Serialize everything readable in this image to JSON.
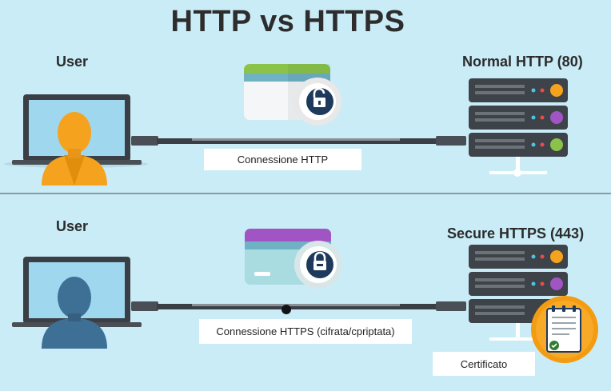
{
  "title": "HTTP vs HTTPS",
  "http_section": {
    "user_label": "User",
    "server_label": "Normal HTTP (80)",
    "connection_label": "Connessione HTTP"
  },
  "https_section": {
    "user_label": "User",
    "server_label": "Secure HTTPS (443)",
    "connection_label": "Connessione HTTPS (cifrata/cpriptata)",
    "certificate_label": "Certificato"
  },
  "colors": {
    "background": "#c9ecf7",
    "user_http": "#f5a31e",
    "user_https": "#3e6f95",
    "lock_unlocked": "#1d3a5c",
    "server_body": "#3d4349",
    "led_orange": "#f5a31e",
    "led_purple": "#a154c3",
    "led_green": "#8bc34a",
    "certificate_badge": "#f39c12"
  },
  "icons": {
    "user_http": "user-icon",
    "user_https": "user-icon",
    "monitor": "monitor-icon",
    "unlocked_card": "unlocked-padlock-icon",
    "locked_card": "locked-padlock-icon",
    "server": "server-rack-icon",
    "certificate": "certificate-icon"
  }
}
